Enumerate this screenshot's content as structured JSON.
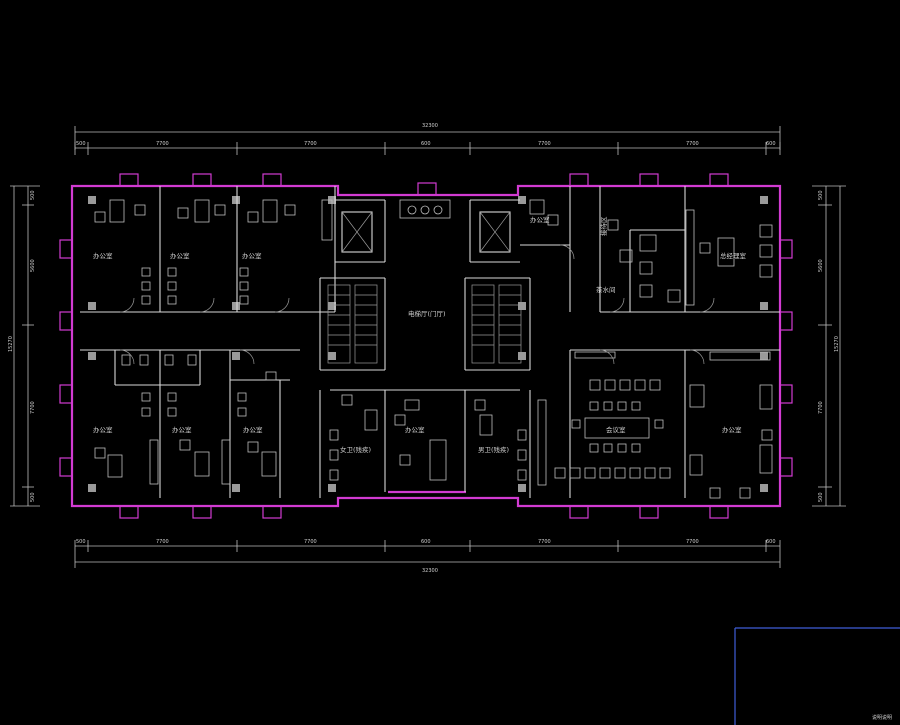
{
  "drawing": {
    "overall_dimension": "32300",
    "left_dimension": "15270",
    "right_dimension": "15270",
    "title_block_text": "说明说明",
    "colors": {
      "background": "#000000",
      "walls": "#d8d8d8",
      "boundary": "#d23bd2",
      "frame": "#3f5ed8"
    }
  },
  "top_segments": [
    "500",
    "7700",
    "7700",
    "600",
    "7700",
    "7700",
    "600"
  ],
  "bottom_segments": [
    "500",
    "7700",
    "7700",
    "600",
    "7700",
    "7700",
    "600"
  ],
  "side_segments": [
    "500",
    "5600",
    "7700",
    "500"
  ],
  "rooms": {
    "office_1": "办公室",
    "office_2": "办公室",
    "office_3": "办公室",
    "office_4": "办公室",
    "office_5": "办公室",
    "office_6": "办公室",
    "office_7": "办公室",
    "office_8": "办公室",
    "office_9": "办公室",
    "lobby": "电梯厅(门厅)",
    "pantry": "茶水间",
    "gm_office": "总经理室",
    "meeting": "会议室",
    "toilet_f": "女卫(残疾)",
    "toilet_m": "男卫(残疾)",
    "lounge": "接待区"
  }
}
